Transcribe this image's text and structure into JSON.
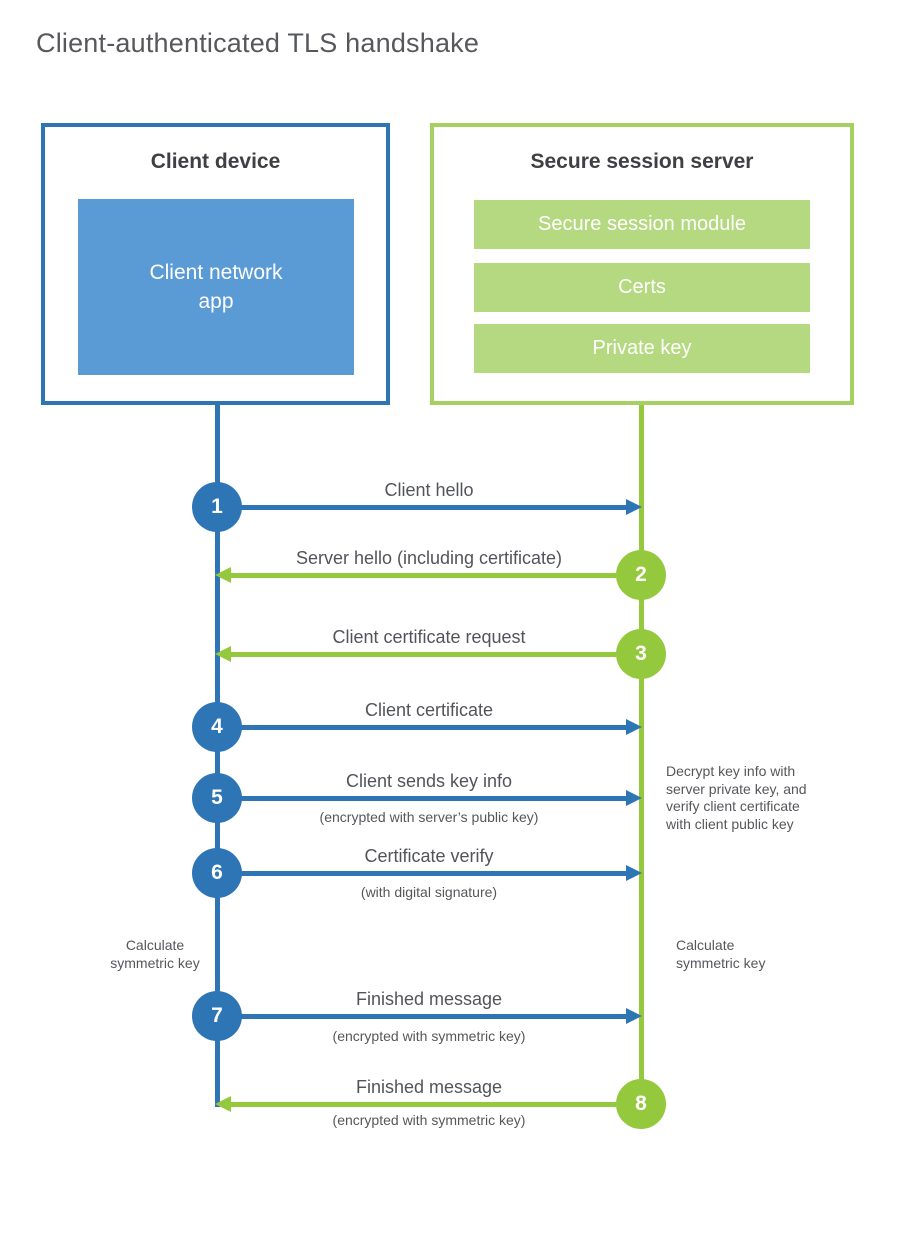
{
  "title": "Client-authenticated TLS handshake",
  "colors": {
    "blue": "#2e75b5",
    "blue_fill": "#5b9bd5",
    "green": "#94c83d",
    "green_border": "#a5d163",
    "green_fill": "#b5d981",
    "text": "#525459"
  },
  "client_box": {
    "title": "Client device",
    "app_label": "Client network app"
  },
  "server_box": {
    "title": "Secure session server",
    "modules": [
      "Secure session module",
      "Certs",
      "Private key"
    ]
  },
  "steps": [
    {
      "number": "1",
      "label": "Client hello",
      "sublabel": "",
      "direction": "right",
      "color": "blue"
    },
    {
      "number": "2",
      "label": "Server hello (including certificate)",
      "sublabel": "",
      "direction": "left",
      "color": "green"
    },
    {
      "number": "3",
      "label": "Client certificate request",
      "sublabel": "",
      "direction": "left",
      "color": "green"
    },
    {
      "number": "4",
      "label": "Client certificate",
      "sublabel": "",
      "direction": "right",
      "color": "blue"
    },
    {
      "number": "5",
      "label": "Client sends key info",
      "sublabel": "(encrypted with server’s public key)",
      "direction": "right",
      "color": "blue"
    },
    {
      "number": "6",
      "label": "Certificate verify",
      "sublabel": "(with digital signature)",
      "direction": "right",
      "color": "blue"
    },
    {
      "number": "7",
      "label": "Finished message",
      "sublabel": "(encrypted with symmetric key)",
      "direction": "right",
      "color": "blue"
    },
    {
      "number": "8",
      "label": "Finished message",
      "sublabel": "(encrypted with symmetric key)",
      "direction": "left",
      "color": "green"
    }
  ],
  "notes": {
    "decrypt_note": "Decrypt key info with server private key, and verify client certificate with client public key",
    "calc_left": "Calculate symmetric key",
    "calc_right": "Calculate symmetric key"
  }
}
